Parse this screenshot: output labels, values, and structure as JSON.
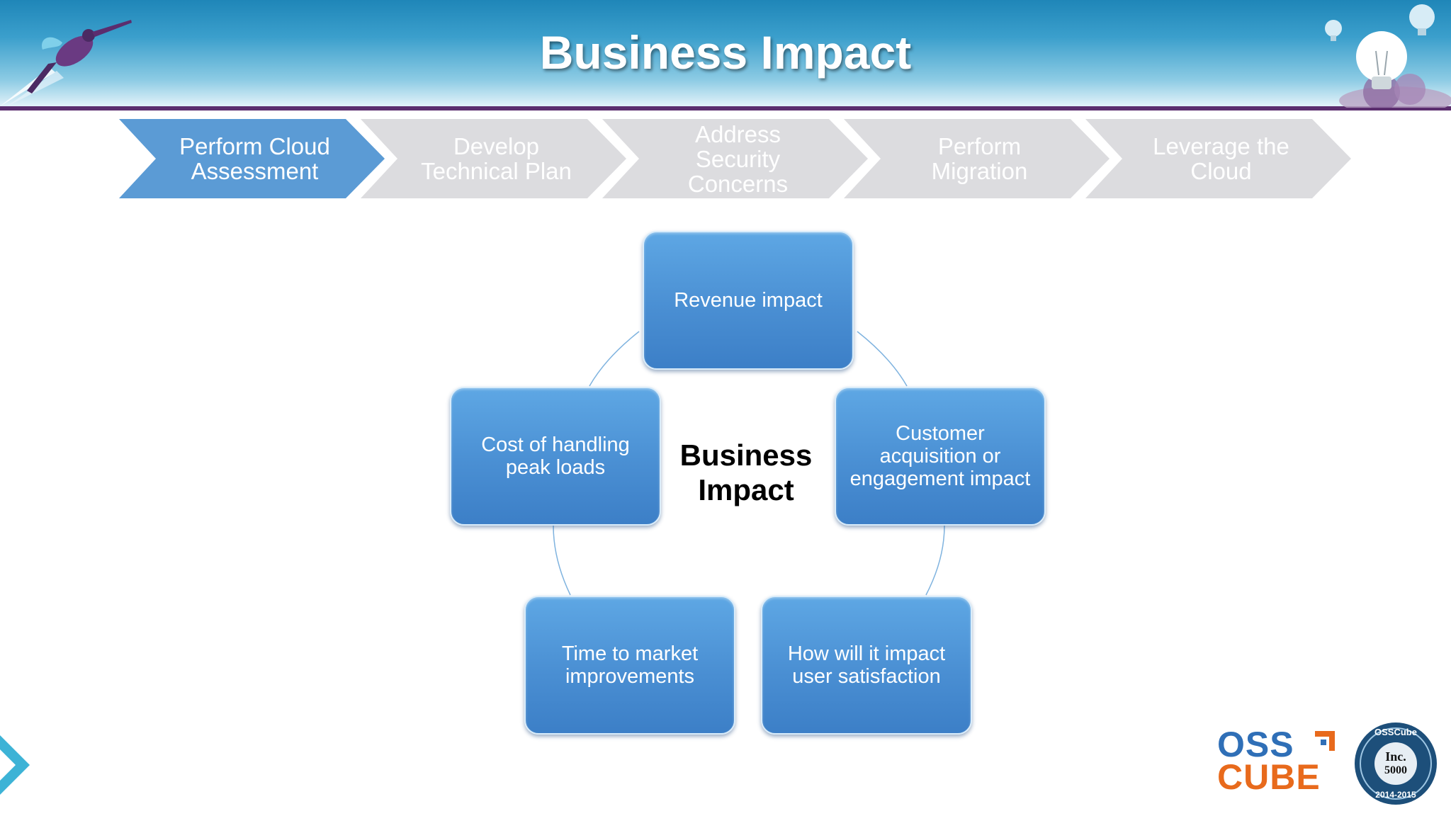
{
  "slide": {
    "title": "Business Impact"
  },
  "process_steps": [
    {
      "label": "Perform Cloud Assessment",
      "active": true
    },
    {
      "label": "Develop Technical Plan",
      "active": false
    },
    {
      "label": "Address Security Concerns",
      "active": false
    },
    {
      "label": "Perform Migration",
      "active": false
    },
    {
      "label": "Leverage the Cloud",
      "active": false
    }
  ],
  "cycle": {
    "center": "Business Impact",
    "nodes": [
      "Revenue impact",
      "Customer acquisition or engagement impact",
      "How will it impact user satisfaction",
      "Time to market improvements",
      "Cost of handling peak loads"
    ]
  },
  "logo": {
    "line1": "OSS",
    "line2": "CUBE",
    "seal_top": "OSSCube",
    "seal_center": "Inc. 5000",
    "seal_years": "2014-2015"
  },
  "colors": {
    "active_step": "#5b9bd5",
    "inactive_step": "#dcdcdf",
    "node_fill": "#4a8fd3",
    "header_rule": "#5b2d6e",
    "logo_blue": "#2f6fb7",
    "logo_orange": "#e86a1c"
  }
}
